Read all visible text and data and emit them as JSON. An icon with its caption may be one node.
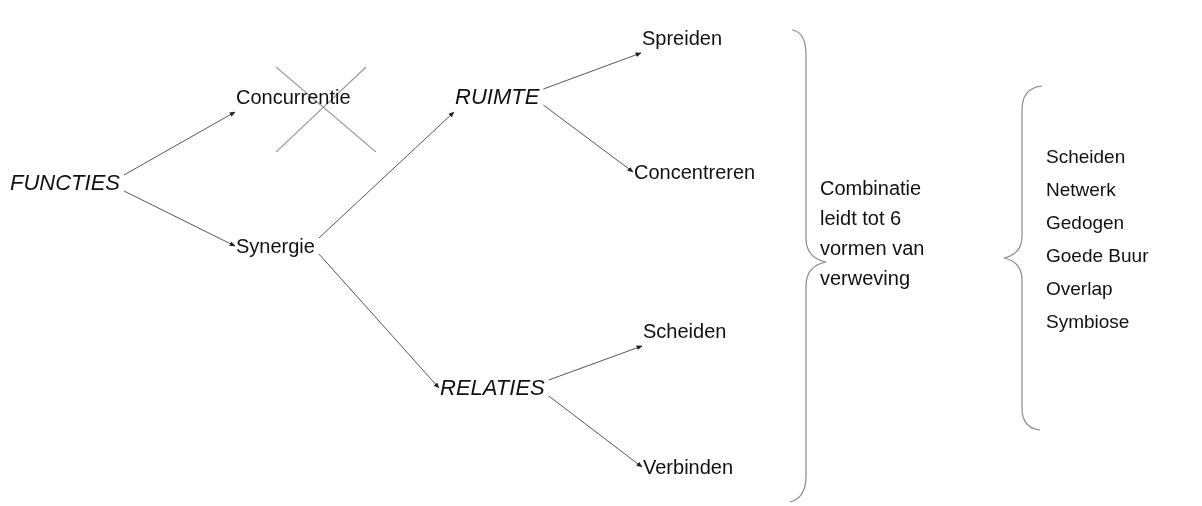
{
  "diagram": {
    "nodes": [
      {
        "text": [
          "FUNCTIES"
        ]
      },
      {
        "text": [
          "Concurrentie"
        ]
      },
      {
        "text": [
          "Synergie"
        ]
      },
      {
        "text": [
          "RUIMTE"
        ]
      },
      {
        "text": [
          "RELATIES"
        ]
      },
      {
        "text": [
          "Spreiden"
        ]
      },
      {
        "text": [
          "Concentreren"
        ]
      },
      {
        "text": [
          "Scheiden"
        ]
      },
      {
        "text": [
          "Verbinden"
        ]
      },
      {
        "text": [
          "Combinatie leidt tot 6 vormen van verweving"
        ]
      }
    ],
    "edges": [
      {
        "from": 0,
        "to": 1,
        "arrow": "to"
      },
      {
        "from": 0,
        "to": 2,
        "arrow": "to"
      },
      {
        "from": 2,
        "to": 3,
        "arrow": "to"
      },
      {
        "from": 2,
        "to": 4,
        "arrow": "to"
      },
      {
        "from": 3,
        "to": 5,
        "arrow": "to"
      },
      {
        "from": 3,
        "to": 6,
        "arrow": "to"
      },
      {
        "from": 4,
        "to": 7,
        "arrow": "to"
      },
      {
        "from": 4,
        "to": 8,
        "arrow": "to"
      }
    ],
    "labels": [
      "Scheiden",
      "Netwerk",
      "Gedogen",
      "Goede Buur",
      "Overlap",
      "Symbiose"
    ]
  }
}
